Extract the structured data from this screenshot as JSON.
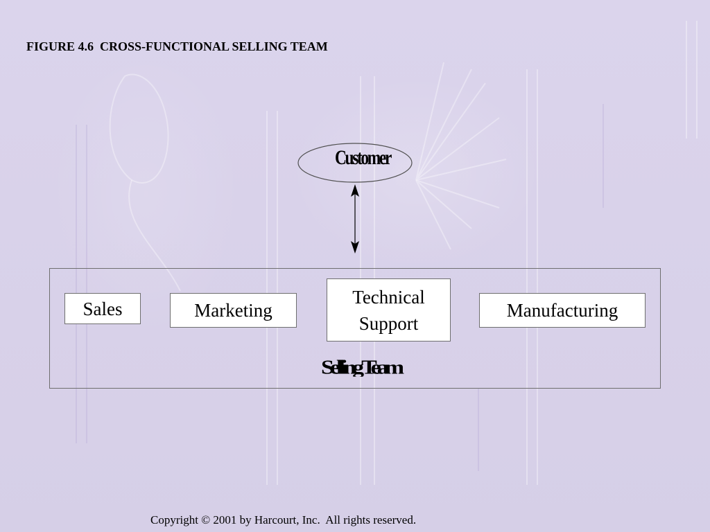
{
  "title": "FIGURE 4.6  CROSS-FUNCTIONAL SELLING TEAM",
  "diagram": {
    "customer": "Customer",
    "team_label": "Selling Team",
    "departments": [
      "Sales",
      "Marketing",
      "Technical\nSupport",
      "Manufacturing"
    ]
  },
  "copyright": "Copyright © 2001 by Harcourt, Inc.  All rights reserved.",
  "colors": {
    "background": "#d9d2ea",
    "box_fill": "#ffffff",
    "line": "#000000"
  }
}
